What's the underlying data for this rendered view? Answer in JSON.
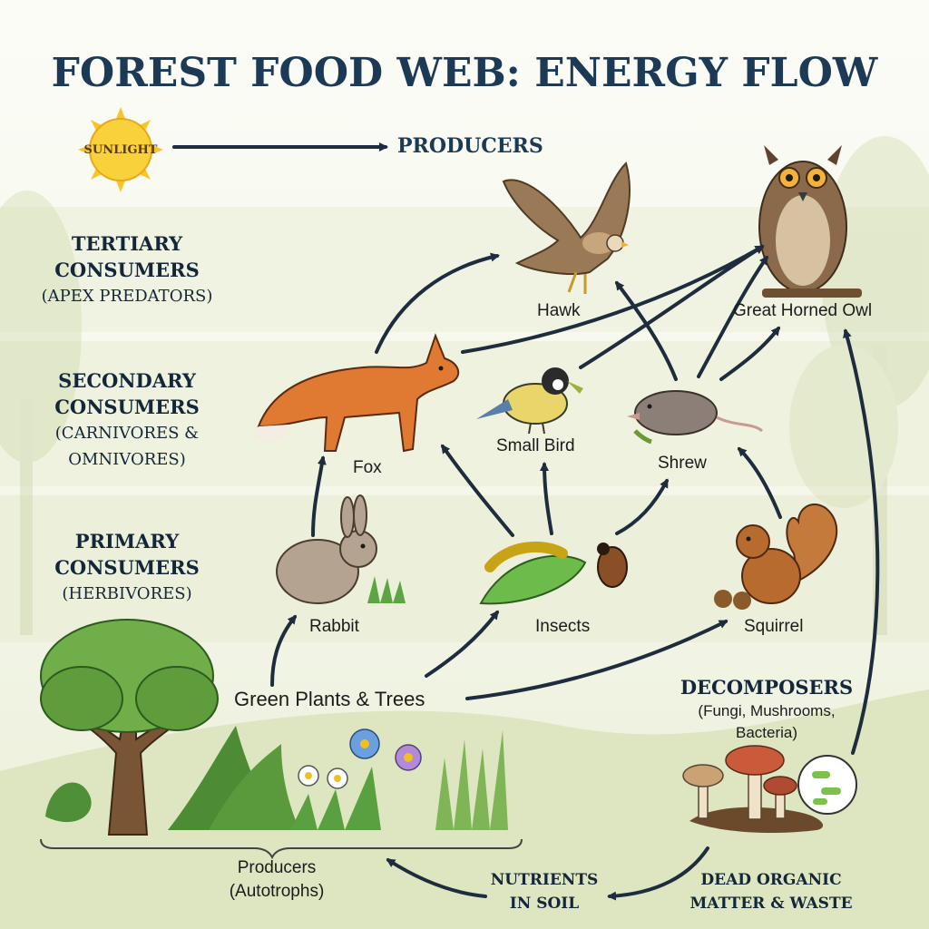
{
  "title": "FOREST FOOD WEB: ENERGY FLOW",
  "sun": {
    "label": "SUNLIGHT"
  },
  "producers_header": "PRODUCERS",
  "tiers": {
    "tertiary": [
      "TERTIARY",
      "CONSUMERS",
      "(APEX PREDATORS)"
    ],
    "secondary": [
      "SECONDARY",
      "CONSUMERS",
      "(CARNIVORES &",
      "OMNIVORES)"
    ],
    "primary": [
      "PRIMARY",
      "CONSUMERS",
      "(HERBIVORES)"
    ]
  },
  "organisms": {
    "hawk": "Hawk",
    "owl": "Great Horned Owl",
    "fox": "Fox",
    "small_bird": "Small Bird",
    "shrew": "Shrew",
    "rabbit": "Rabbit",
    "insects": "Insects",
    "squirrel": "Squirrel",
    "plants": "Green Plants & Trees"
  },
  "decomposers": {
    "title": "DECOMPOSERS",
    "line1": "(Fungi, Mushrooms,",
    "line2": "Bacteria)"
  },
  "bottom": {
    "producers_line1": "Producers",
    "producers_line2": "(Autotrophs)",
    "nutrients_line1": "NUTRIENTS",
    "nutrients_line2": "IN SOIL",
    "dead_line1": "DEAD ORGANIC",
    "dead_line2": "MATTER & WASTE"
  },
  "colors": {
    "title": "#1c3a56",
    "arrow": "#1e2c3e",
    "band": "#eef2de",
    "ground": "#d9e4b9"
  }
}
